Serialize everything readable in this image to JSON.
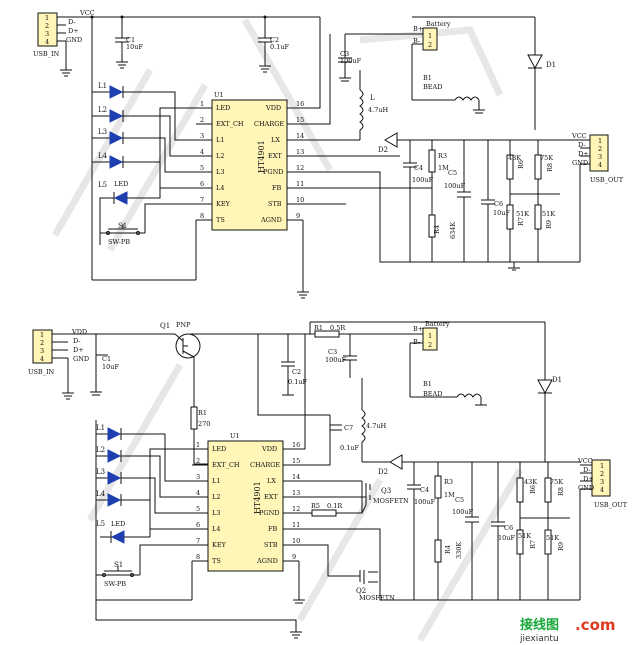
{
  "top": {
    "usb_in": {
      "label": "USB_IN",
      "pins": [
        "1",
        "2",
        "3",
        "4"
      ],
      "signals": [
        "VCC",
        "D-",
        "D+",
        "GND"
      ]
    },
    "ic": {
      "ref": "U1",
      "part": "HT4901",
      "left_pins": [
        {
          "n": "1",
          "name": "LED"
        },
        {
          "n": "2",
          "name": "EXT_CH"
        },
        {
          "n": "3",
          "name": "L1"
        },
        {
          "n": "4",
          "name": "L2"
        },
        {
          "n": "5",
          "name": "L3"
        },
        {
          "n": "6",
          "name": "L4"
        },
        {
          "n": "7",
          "name": "KEY"
        },
        {
          "n": "8",
          "name": "TS"
        }
      ],
      "right_pins": [
        {
          "n": "16",
          "name": "VDD"
        },
        {
          "n": "15",
          "name": "CHARGE"
        },
        {
          "n": "14",
          "name": "LX"
        },
        {
          "n": "13",
          "name": "EXT"
        },
        {
          "n": "12",
          "name": "PGND"
        },
        {
          "n": "11",
          "name": "FB"
        },
        {
          "n": "10",
          "name": "STB"
        },
        {
          "n": "9",
          "name": "AGND"
        }
      ]
    },
    "caps": [
      {
        "ref": "C1",
        "value": "10uF"
      },
      {
        "ref": "C2",
        "value": "0.1uF"
      },
      {
        "ref": "C3",
        "value": "100uF"
      },
      {
        "ref": "C4",
        "value": "100uF"
      },
      {
        "ref": "C5",
        "value": "100uF"
      },
      {
        "ref": "C6",
        "value": "10uF"
      }
    ],
    "leds": [
      "L1",
      "L2",
      "L3",
      "L4",
      "L5"
    ],
    "led_label": "LED",
    "switch": {
      "ref": "S1",
      "value": "SW-PB"
    },
    "battery": {
      "label": "Battery",
      "pins": [
        "1",
        "2"
      ],
      "signals": [
        "B+",
        "B-"
      ]
    },
    "bead": {
      "ref": "B1",
      "value": "BEAD"
    },
    "inductor": {
      "ref": "L",
      "value": "4.7uH"
    },
    "diodes": [
      "D1",
      "D2"
    ],
    "resistors": [
      {
        "ref": "R3",
        "value": "1M"
      },
      {
        "ref": "R4",
        "value": "634K"
      },
      {
        "ref": "R6",
        "value": "43K"
      },
      {
        "ref": "R7",
        "value": "51K"
      },
      {
        "ref": "R8",
        "value": "75K"
      },
      {
        "ref": "R9",
        "value": "51K"
      }
    ],
    "usb_out": {
      "label": "USB_OUT",
      "pins": [
        "1",
        "2",
        "3",
        "4"
      ],
      "signals": [
        "VCC",
        "D-",
        "D+",
        "GND"
      ]
    }
  },
  "bottom": {
    "usb_in": {
      "label": "USB_IN",
      "pins": [
        "1",
        "2",
        "3",
        "4"
      ],
      "signals": [
        "VDD",
        "D-",
        "D+",
        "GND"
      ]
    },
    "transistor": {
      "ref": "Q1",
      "type": "PNP"
    },
    "r1": {
      "ref": "R1",
      "value": "270"
    },
    "r_sense": {
      "ref": "R1",
      "value": "0.5R"
    },
    "r5": {
      "ref": "R5",
      "value": "0.1R"
    },
    "ic": {
      "ref": "U1",
      "part": "HT4901",
      "left_pins": [
        {
          "n": "1",
          "name": "LED"
        },
        {
          "n": "2",
          "name": "EXT_CH"
        },
        {
          "n": "3",
          "name": "L1"
        },
        {
          "n": "4",
          "name": "L2"
        },
        {
          "n": "5",
          "name": "L3"
        },
        {
          "n": "6",
          "name": "L4"
        },
        {
          "n": "7",
          "name": "KEY"
        },
        {
          "n": "8",
          "name": "TS"
        }
      ],
      "right_pins": [
        {
          "n": "16",
          "name": "VDD"
        },
        {
          "n": "15",
          "name": "CHARGE"
        },
        {
          "n": "14",
          "name": "LX"
        },
        {
          "n": "13",
          "name": "EXT"
        },
        {
          "n": "12",
          "name": "PGND"
        },
        {
          "n": "11",
          "name": "FB"
        },
        {
          "n": "10",
          "name": "STB"
        },
        {
          "n": "9",
          "name": "AGND"
        }
      ]
    },
    "caps": [
      {
        "ref": "C1",
        "value": "10uF"
      },
      {
        "ref": "C2",
        "value": "0.1uF"
      },
      {
        "ref": "C3",
        "value": "100uF"
      },
      {
        "ref": "C7",
        "value": "0.1uF"
      },
      {
        "ref": "C4",
        "value": "100uF"
      },
      {
        "ref": "C5",
        "value": "100uF"
      },
      {
        "ref": "C6",
        "value": "10uF"
      }
    ],
    "leds": [
      "L1",
      "L2",
      "L3",
      "L4",
      "L5"
    ],
    "led_label": "LED",
    "switch": {
      "ref": "S1",
      "value": "SW-PB"
    },
    "battery": {
      "label": "Battery",
      "pins": [
        "1",
        "2"
      ],
      "signals": [
        "B+",
        "B-"
      ]
    },
    "bead": {
      "ref": "B1",
      "value": "BEAD"
    },
    "inductor": {
      "value": "4.7uH"
    },
    "diodes": [
      "D1",
      "D2"
    ],
    "mosfet_q3": {
      "ref": "Q3",
      "type": "MOSFETN"
    },
    "mosfet_q2": {
      "ref": "Q2",
      "type": "MOSFETN"
    },
    "resistors": [
      {
        "ref": "R3",
        "value": "1M"
      },
      {
        "ref": "R4",
        "value": "330K"
      },
      {
        "ref": "R6",
        "value": "43K"
      },
      {
        "ref": "R7",
        "value": "51K"
      },
      {
        "ref": "R8",
        "value": "75K"
      },
      {
        "ref": "R9",
        "value": "51K"
      }
    ],
    "usb_out": {
      "label": "USB_OUT",
      "pins": [
        "1",
        "2",
        "3",
        "4"
      ],
      "signals": [
        "VCC",
        "D-",
        "D+",
        "GND"
      ]
    }
  },
  "logo": {
    "cn": "接线图",
    "com": ".com",
    "url": "jiexiantu"
  }
}
